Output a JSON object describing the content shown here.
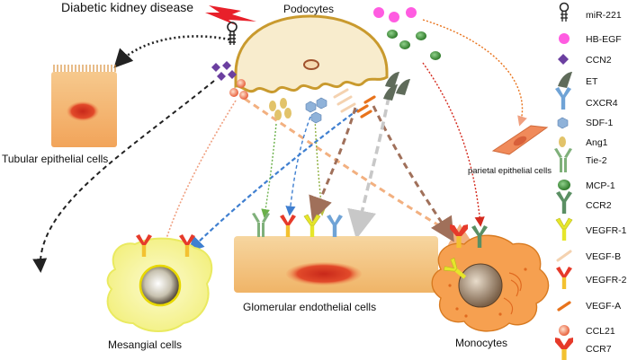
{
  "labels": {
    "disease": "Diabetic kidney disease",
    "podocytes": "Podocytes",
    "tubular": "Tubular epithelial cells",
    "parietal": "parietal epithelial cells",
    "mesangial": "Mesangial cells",
    "endothelial": "Glomerular endothelial cells",
    "monocytes": "Monocytes"
  },
  "legend": [
    {
      "icon": "mirna-icon",
      "label": "miR-221"
    },
    {
      "icon": "hb-egf-icon",
      "label": "HB-EGF"
    },
    {
      "icon": "ccn2-icon",
      "label": "CCN2"
    },
    {
      "icon": "et-icon",
      "label": "ET"
    },
    {
      "icon": "cxcr4-icon",
      "label": "CXCR4"
    },
    {
      "icon": "sdf1-icon",
      "label": "SDF-1"
    },
    {
      "icon": "ang1-icon",
      "label": "Ang1"
    },
    {
      "icon": "tie2-icon",
      "label": "Tie-2"
    },
    {
      "icon": "mcp1-icon",
      "label": "MCP-1"
    },
    {
      "icon": "ccr2-icon",
      "label": "CCR2"
    },
    {
      "icon": "vegfr1-icon",
      "label": "VEGFR-1"
    },
    {
      "icon": "vegfb-icon",
      "label": "VEGF-B"
    },
    {
      "icon": "vegfr2-icon",
      "label": "VEGFR-2"
    },
    {
      "icon": "vegfa-icon",
      "label": "VEGF-A"
    },
    {
      "icon": "ccl21-icon",
      "label": "CCL21"
    },
    {
      "icon": "ccr7-icon",
      "label": "CCR7"
    }
  ],
  "colors": {
    "ccn2": "#6b3fa0",
    "hb_egf": "#ff5ce1",
    "et": "#5f6b5a",
    "cxcr4": "#6fa3d6",
    "sdf1": "#8fb2d9",
    "ang1": "#e2c36a",
    "tie2": "#7fb07a",
    "mcp1": "#4d9a45",
    "ccr2": "#5a8f63",
    "vegfr1": "#e6e62a",
    "vegfb": "#f4d2b0",
    "vegfr2_top": "#e63a2a",
    "vegfr2_stem": "#f3c130",
    "vegfa": "#e8731c",
    "ccl21": "#f08060",
    "red_bolt": "#e8202a"
  }
}
